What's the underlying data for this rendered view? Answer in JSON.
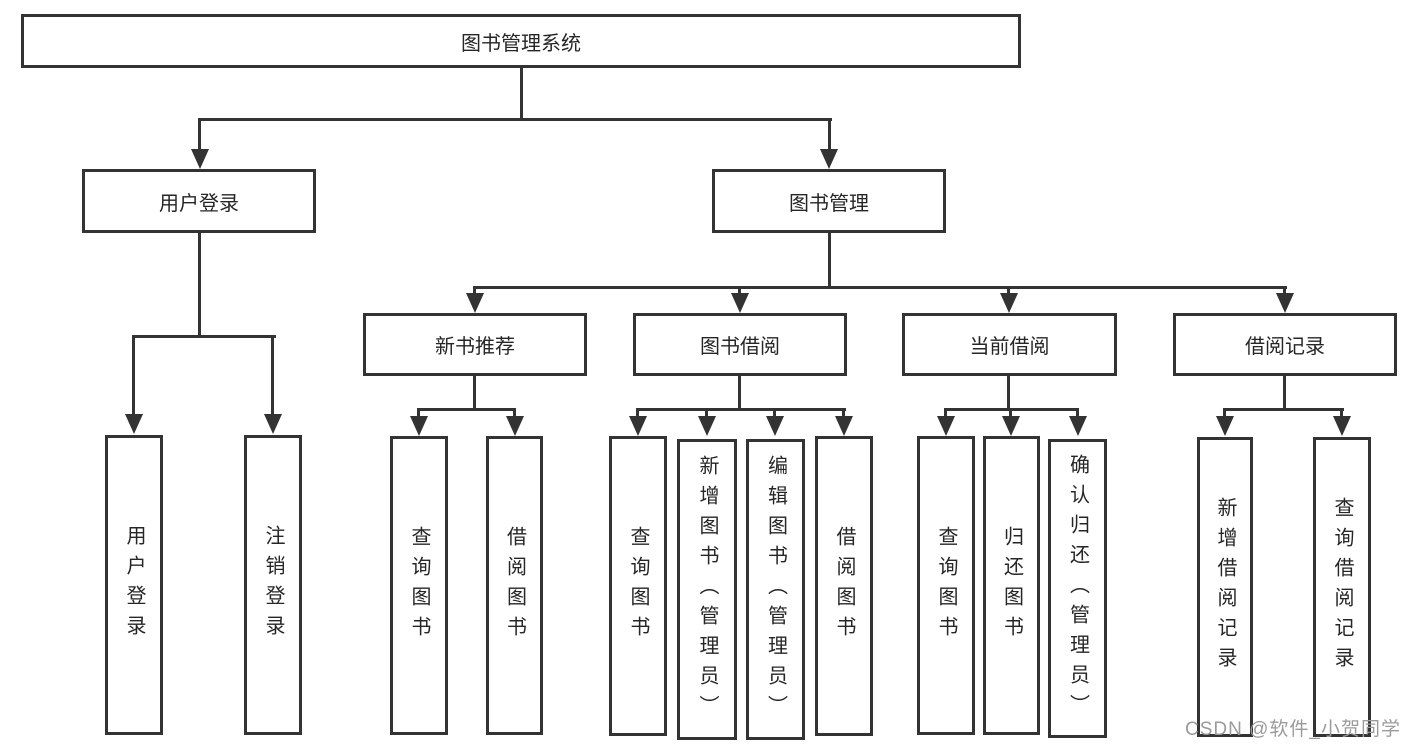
{
  "diagram_title": "图书管理系统",
  "colors": {
    "line": "#333333",
    "box_border": "#333333",
    "box_background": "#ffffff",
    "text": "#262626",
    "watermark": "#9b9b9b"
  },
  "tree": {
    "label": "图书管理系统",
    "children": [
      {
        "label": "用户登录",
        "children": [
          {
            "label": "用户登录"
          },
          {
            "label": "注销登录"
          }
        ]
      },
      {
        "label": "图书管理",
        "children": [
          {
            "label": "新书推荐",
            "children": [
              {
                "label": "查询图书"
              },
              {
                "label": "借阅图书"
              }
            ]
          },
          {
            "label": "图书借阅",
            "children": [
              {
                "label": "查询图书"
              },
              {
                "label": "新增图书（管理员）"
              },
              {
                "label": "编辑图书（管理员）"
              },
              {
                "label": "借阅图书"
              }
            ]
          },
          {
            "label": "当前借阅",
            "children": [
              {
                "label": "查询图书"
              },
              {
                "label": "归还图书"
              },
              {
                "label": "确认归还（管理员）"
              }
            ]
          },
          {
            "label": "借阅记录",
            "children": [
              {
                "label": "新增借阅记录"
              },
              {
                "label": "查询借阅记录"
              }
            ]
          }
        ]
      }
    ]
  },
  "watermark": {
    "text": "CSDN @软件_小贺同学"
  }
}
